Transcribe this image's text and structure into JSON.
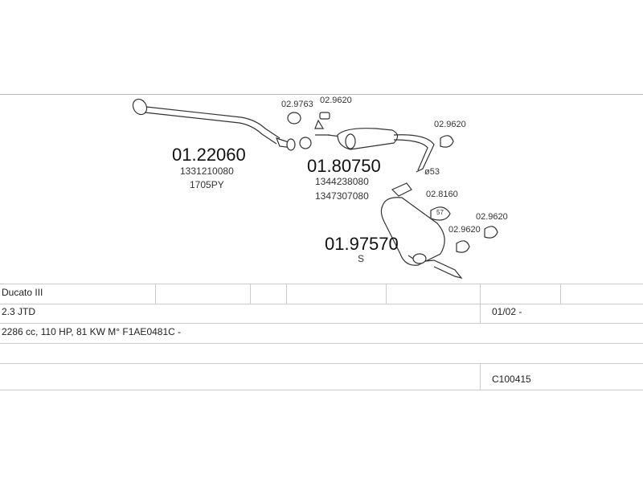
{
  "parts": {
    "front_pipe": {
      "number": "01.22060",
      "ref1": "1331210080",
      "ref2": "1705PY"
    },
    "middle_silencer": {
      "number": "01.80750",
      "ref1": "1344238080",
      "ref2": "1347307080"
    },
    "rear_silencer": {
      "number": "01.97570",
      "suffix": "S"
    },
    "clamps": {
      "c1": "02.9763",
      "c2": "02.9620",
      "c3": "02.9620",
      "c4": "02.8160",
      "c5": "02.9620",
      "c6": "02.9620"
    },
    "diameter_label": "ø53",
    "diameter_inner": "57"
  },
  "vehicle": {
    "model": "Ducato III",
    "engine": "2.3 JTD",
    "date": "01/02 -",
    "details": "2286 cc, 110 HP, 81 KW M° F1AE0481C -",
    "code": "C100415"
  }
}
